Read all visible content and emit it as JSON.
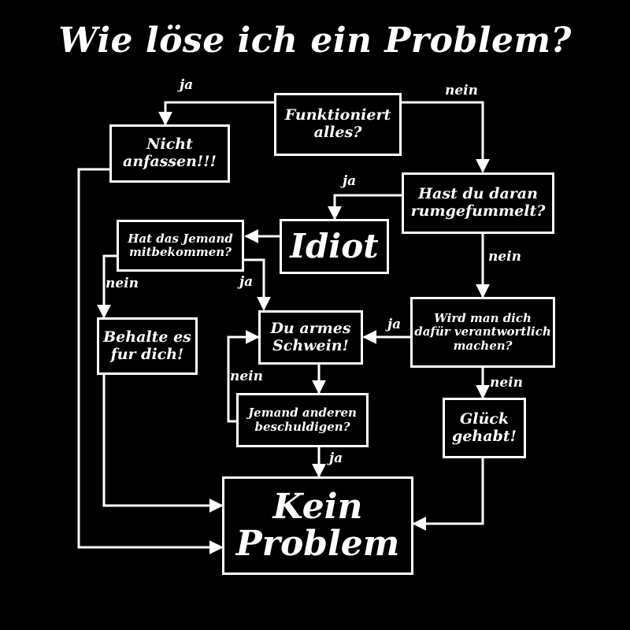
{
  "title": "Wie löse ich ein Problem?",
  "colors": {
    "background": "#000000",
    "foreground": "#ffffff"
  },
  "nodes": {
    "funktioniert": "Funktioniert\nalles?",
    "nicht_anfassen": "Nicht\nanfassen!!!",
    "rumgefummelt": "Hast du daran\nrumgefummelt?",
    "idiot": "Idiot",
    "jemand_mitbekommen": "Hat das Jemand\nmitbekommen?",
    "behalte": "Behalte es\nfur dich!",
    "armes_schwein": "Du armes\nSchwein!",
    "verantwortlich": "Wird man dich\ndafür verantwortlich\nmachen?",
    "glueck": "Glück\ngehabt!",
    "beschuldigen": "Jemand anderen\nbeschuldigen?",
    "kein_problem": "Kein\nProblem"
  },
  "edge_labels": {
    "funktioniert_ja": "ja",
    "funktioniert_nein": "nein",
    "rumgefummelt_ja": "ja",
    "rumgefummelt_nein": "nein",
    "mitbekommen_nein": "nein",
    "mitbekommen_ja": "ja",
    "verantwortlich_ja": "ja",
    "verantwortlich_nein": "nein",
    "beschuldigen_nein": "nein",
    "beschuldigen_ja": "ja"
  }
}
